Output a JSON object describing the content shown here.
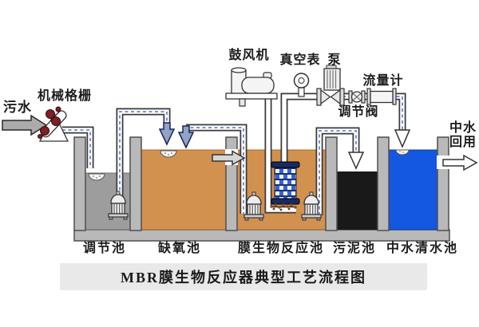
{
  "title": "MBR膜生物反应器典型工艺流程图",
  "labels": {
    "influent": "污水",
    "mechanical_screen": "机械格栅",
    "blower": "鼓风机",
    "vacuum_gauge": "真空表",
    "pump": "泵",
    "regulating_valve": "调节阀",
    "flow_meter": "流量计",
    "reuse_line1": "中水",
    "reuse_line2": "回用"
  },
  "tanks": [
    {
      "label": "调节池",
      "content": "raw sewage",
      "water_color": "#9d9d9d"
    },
    {
      "label": "缺氧池",
      "content": "anoxic mixed liquor",
      "water_color": "#d2914f"
    },
    {
      "label": "膜生物反应池",
      "content": "MBR mixed liquor",
      "water_color": "#d2914f"
    },
    {
      "label": "污泥池",
      "content": "sludge",
      "water_color": "#1a1a1a"
    },
    {
      "label": "中水清水池",
      "content": "reclaimed water",
      "water_color": "#1457e0"
    }
  ],
  "colors": {
    "wall_gray": "#b9b9b9",
    "membrane_blue": "#3a63cc",
    "membrane_cap_navy": "#1a2a5e",
    "flow_arrow_blue": "#8fa3c8",
    "influent_arrow_gray": "#ababab",
    "screen_roller_maroon": "#7c2125",
    "title_bar_gray": "#e9e9e9"
  }
}
